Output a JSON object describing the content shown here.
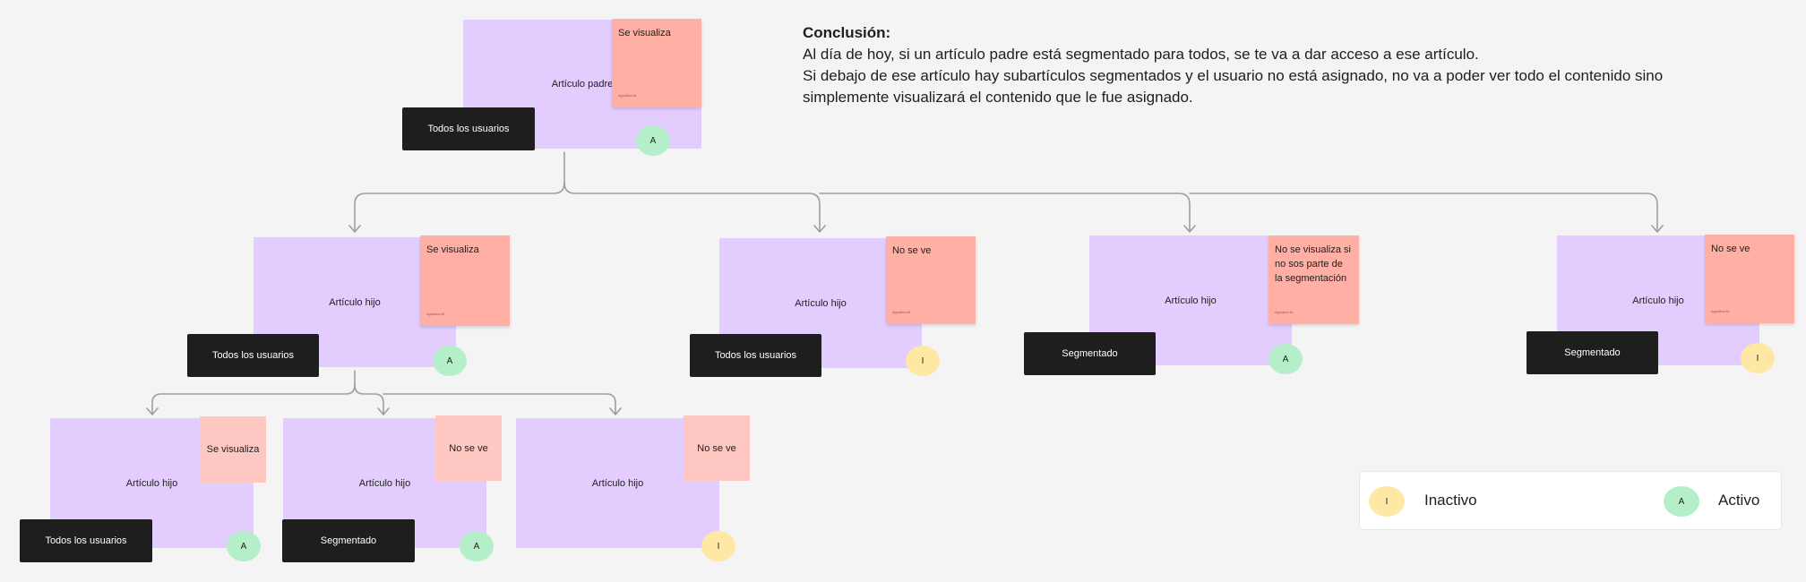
{
  "colors": {
    "card": "#e3ccfe",
    "sticky_strong": "#ffafa3",
    "sticky_light": "#ffc7c2",
    "tag": "#1e1e1e",
    "active": "#b5efca",
    "inactive": "#ffe8a3",
    "connector": "#9e9e9e"
  },
  "conclusion": {
    "title": "Conclusión:",
    "lines": [
      "Al día de hoy, si un artículo padre está segmentado para todos, se te va a dar acceso a ese artículo.",
      "Si debajo de ese artículo hay subartículos segmentados y el usuario no está asignado, no va a poder ver todo el contenido sino",
      "simplemente visualizará el contenido que le fue asignado."
    ]
  },
  "nodes": {
    "parent": {
      "title": "Artículo padre",
      "note": "Se visualiza",
      "note_author": "Agustina M.",
      "tag": "Todos los usuarios",
      "badge": "A"
    },
    "child1": {
      "title": "Artículo hijo",
      "note": "Se visualiza",
      "note_author": "Agustina M.",
      "tag": "Todos los usuarios",
      "badge": "A"
    },
    "child2": {
      "title": "Artículo hijo",
      "note": "No se ve",
      "note_author": "Agustina M.",
      "tag": "Todos los usuarios",
      "badge": "I"
    },
    "child3": {
      "title": "Artículo hijo",
      "note": "No se visualiza si no sos parte de la segmentación",
      "note_author": "Agustina M.",
      "tag": "Segmentado",
      "badge": "A"
    },
    "child4": {
      "title": "Artículo hijo",
      "note": "No se ve",
      "note_author": "Agustina M.",
      "tag": "Segmentado",
      "badge": "I"
    },
    "grand1": {
      "title": "Artículo hijo",
      "note": "Se visualiza",
      "tag": "Todos los usuarios",
      "badge": "A"
    },
    "grand2": {
      "title": "Artículo hijo",
      "note": "No se ve",
      "tag": "Segmentado",
      "badge": "A"
    },
    "grand3": {
      "title": "Artículo hijo",
      "note": "No se ve",
      "badge": "I"
    }
  },
  "legend": {
    "inactive_badge": "I",
    "inactive_label": "Inactivo",
    "active_badge": "A",
    "active_label": "Activo"
  }
}
